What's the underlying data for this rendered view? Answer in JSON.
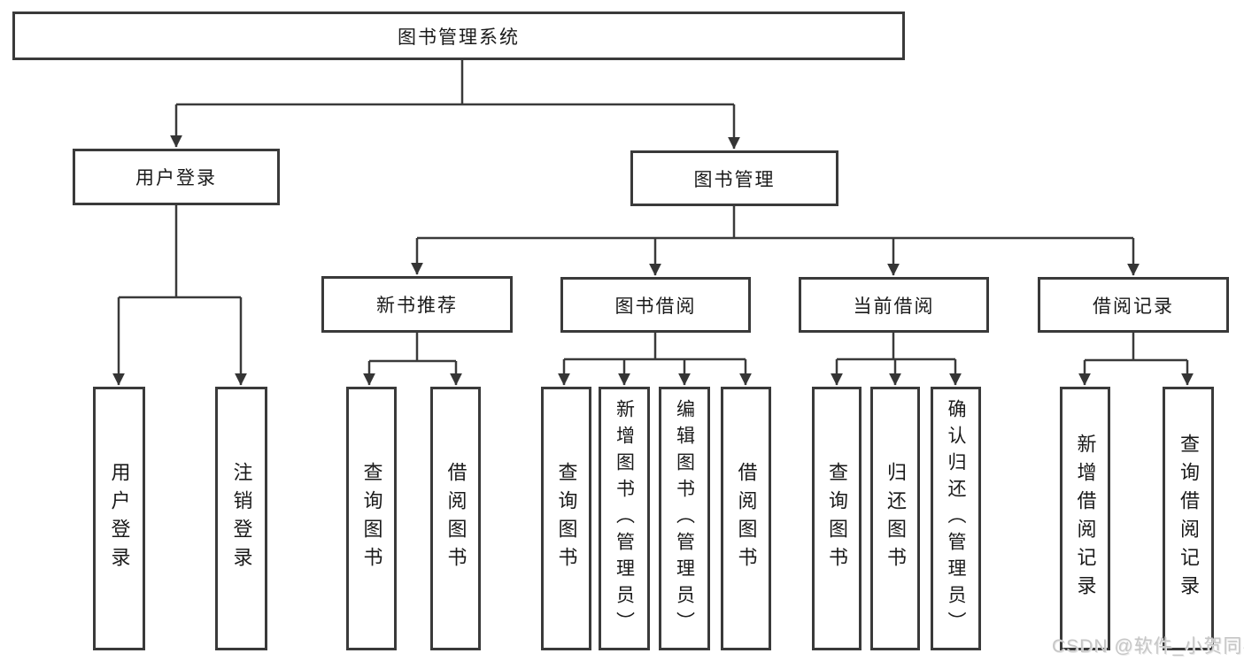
{
  "tree": {
    "root": {
      "label": "图书管理系统",
      "children": [
        {
          "label": "用户登录",
          "children": [
            {
              "label": "用户登录"
            },
            {
              "label": "注销登录"
            }
          ]
        },
        {
          "label": "图书管理",
          "children": [
            {
              "label": "新书推荐",
              "children": [
                {
                  "label": "查询图书"
                },
                {
                  "label": "借阅图书"
                }
              ]
            },
            {
              "label": "图书借阅",
              "children": [
                {
                  "label": "查询图书"
                },
                {
                  "label": "新增图书（管理员）"
                },
                {
                  "label": "编辑图书（管理员）"
                },
                {
                  "label": "借阅图书"
                }
              ]
            },
            {
              "label": "当前借阅",
              "children": [
                {
                  "label": "查询图书"
                },
                {
                  "label": "归还图书"
                },
                {
                  "label": "确认归还（管理员）"
                }
              ]
            },
            {
              "label": "借阅记录",
              "children": [
                {
                  "label": "新增借阅记录"
                },
                {
                  "label": "查询借阅记录"
                }
              ]
            }
          ]
        }
      ]
    }
  },
  "watermark": {
    "text": "CSDN @软件_小贺同学"
  },
  "colors": {
    "line": "#3a3a3a",
    "arrow": "#353535",
    "text": "#1a1a1a",
    "watermark": "#c6c6c6",
    "background": "#ffffff"
  }
}
